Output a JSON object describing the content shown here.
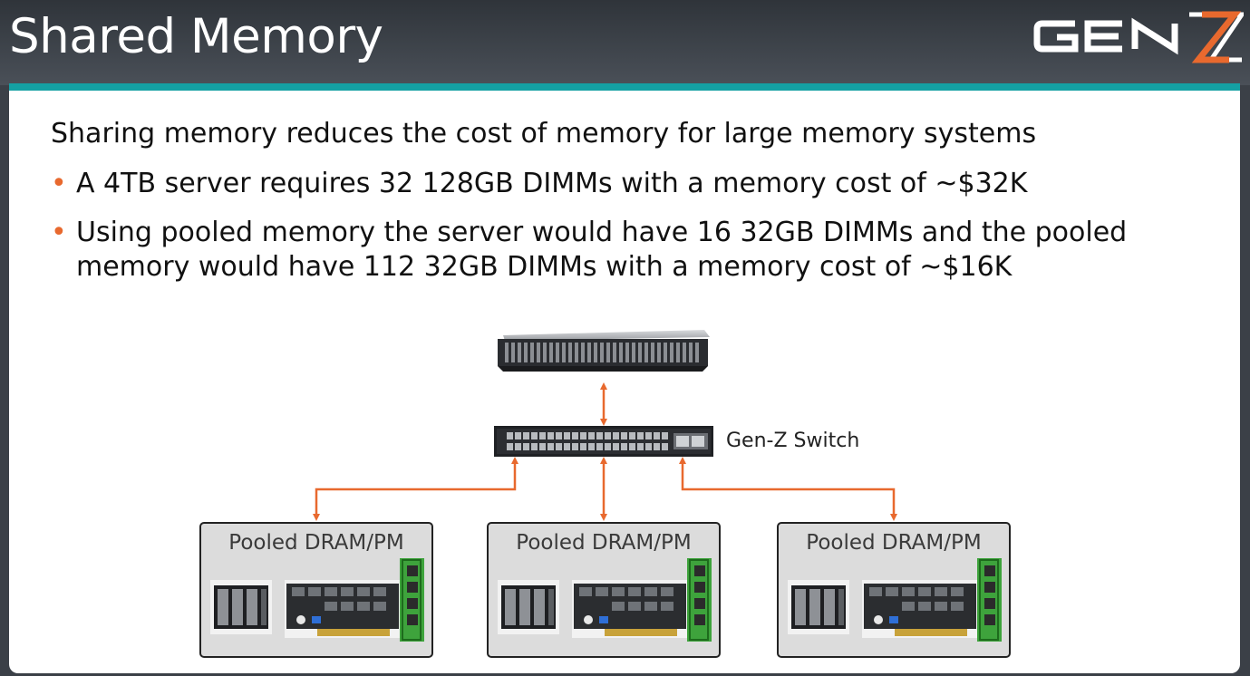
{
  "slide": {
    "title": "Shared Memory",
    "logo_text": "GEN Z",
    "lead": "Sharing memory reduces the cost of memory for large memory systems",
    "bullets": [
      "A 4TB server requires 32 128GB DIMMs with a memory cost of ~$32K",
      "Using pooled memory the server would have 16 32GB DIMMs and the pooled memory would have 112 32GB DIMMs with a memory cost of ~$16K"
    ]
  },
  "diagram": {
    "switch_label": "Gen-Z Switch",
    "server_image": "rack-server",
    "switch_image": "network-switch",
    "pools": [
      {
        "label": "Pooled DRAM/PM"
      },
      {
        "label": "Pooled DRAM/PM"
      },
      {
        "label": "Pooled DRAM/PM"
      }
    ]
  },
  "colors": {
    "header_bg": "#3b4047",
    "accent_teal": "#14a0a3",
    "bullet_orange": "#e8692e",
    "arrow_orange": "#e8692e",
    "logo_orange": "#e8692e",
    "dimm_green": "#3ea33c"
  }
}
